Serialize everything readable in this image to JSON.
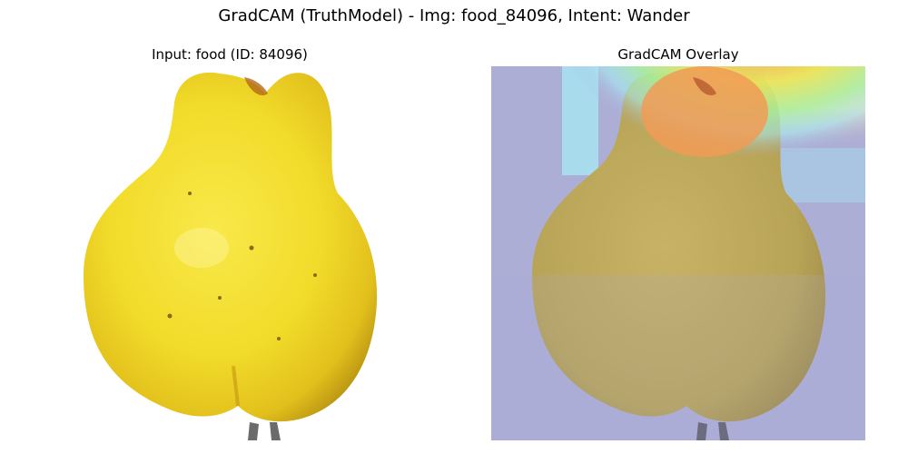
{
  "figure": {
    "suptitle": "GradCAM (TruthModel) - Img: food_84096, Intent: Wander"
  },
  "panels": {
    "left": {
      "title": "Input: food (ID: 84096)",
      "content": "yellow-quince-photo"
    },
    "right": {
      "title": "GradCAM Overlay",
      "content": "quince-photo-with-heatmap-overlay"
    }
  },
  "colors": {
    "fruit": "#f2dc2a",
    "fruit_shadow": "#c9a815",
    "overlay_base": "#acaed6",
    "heat_hot": "#f7a65a",
    "heat_warm": "#f0e05a",
    "heat_mid": "#a9f2a0",
    "heat_cool": "#a6f0f6"
  }
}
